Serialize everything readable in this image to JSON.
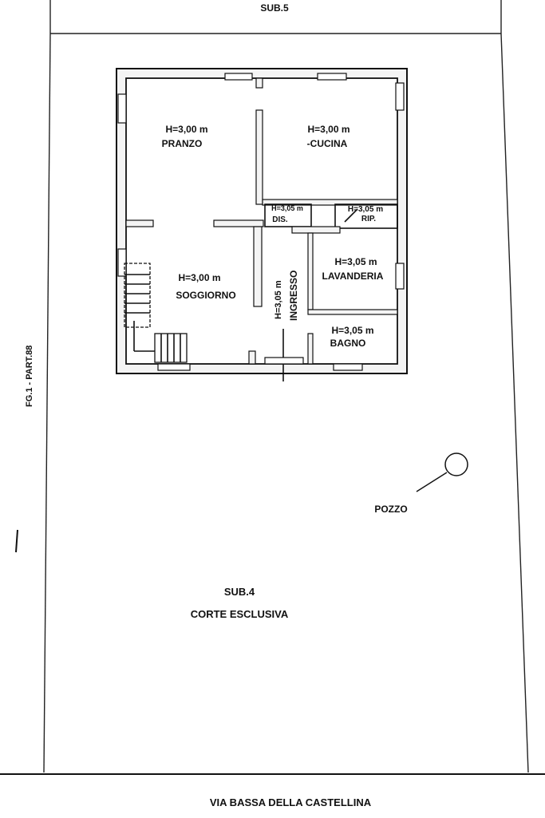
{
  "top_label": "SUB.5",
  "rooms": {
    "pranzo": {
      "height": "H=3,00 m",
      "name": "PRANZO"
    },
    "cucina": {
      "height": "H=3,00 m",
      "name": "-CUCINA"
    },
    "dis": {
      "height": "H=3,05 m",
      "name": "DIS."
    },
    "rip": {
      "height": "H=3,05 m",
      "name": "RIP."
    },
    "lavanderia": {
      "height": "H=3,05 m",
      "name": "LAVANDERIA"
    },
    "soggiorno": {
      "height": "H=3,00 m",
      "name": "SOGGIORNO"
    },
    "ingresso": {
      "height": "H=3,05 m",
      "name": "INGRESSO"
    },
    "bagno": {
      "height": "H=3,05 m",
      "name": "BAGNO"
    }
  },
  "left_label": "FG.1 - PART.88",
  "pozzo_label": "POZZO",
  "court": {
    "sub": "SUB.4",
    "name": "CORTE ESCLUSIVA"
  },
  "street_label": "VIA BASSA DELLA CASTELLINA"
}
